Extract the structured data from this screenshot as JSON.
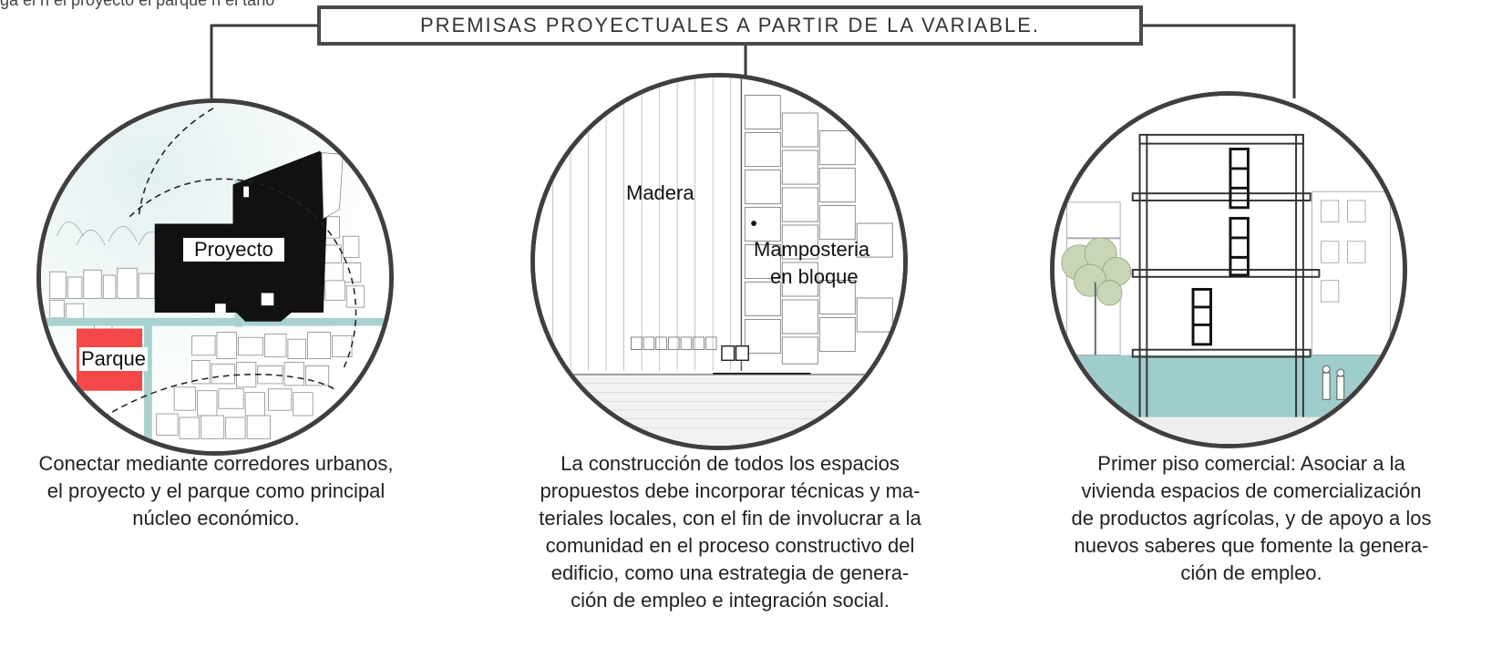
{
  "top_fragment": "ga el n  el proyecto el  parque n el  tano ",
  "title": "PREMISAS PROYECTUALES A PARTIR DE LA VARIABLE.",
  "panels": [
    {
      "labels": {
        "project": "Proyecto",
        "park": "Parque"
      },
      "caption": [
        "Conectar mediante corredores urbanos,",
        "el proyecto y el parque como principal",
        "núcleo económico."
      ]
    },
    {
      "labels": {
        "wood": "Madera",
        "masonry_1": "Mamposteria",
        "masonry_2": "en bloque"
      },
      "caption": [
        "La construcción de todos los espacios",
        "propuestos debe incorporar técnicas y ma-",
        "teriales locales, con el fin de involucrar a la",
        "comunidad en el proceso constructivo del",
        "edificio, como una estrategia de genera-",
        "ción de empleo e integración social."
      ]
    },
    {
      "labels": {},
      "caption": [
        "Primer piso comercial: Asociar a la",
        "vivienda espacios de comercialización",
        "de productos agrícolas, y de apoyo a los",
        "nuevos saberes que fomente la genera-",
        "ción de empleo."
      ]
    }
  ],
  "colors": {
    "frame": "#3f3f3f",
    "park": "#f44848",
    "corridor": "#a9d1d1",
    "water": "#9fcccc",
    "building": "#111111"
  }
}
